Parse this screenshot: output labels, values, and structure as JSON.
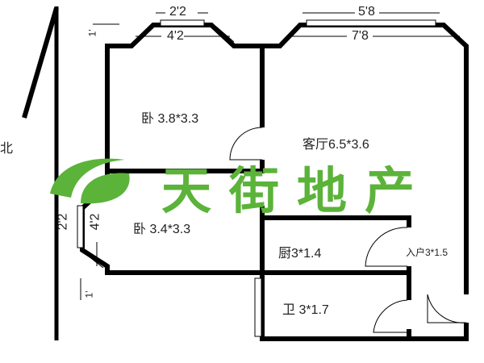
{
  "compass": {
    "north_label": "北"
  },
  "rooms": {
    "bedroom1": "卧 3.8*3.3",
    "living_room": "客厅6.5*3.6",
    "bedroom2": "卧 3.4*3.3",
    "kitchen": "厨3*1.4",
    "entrance": "入户3*1.5",
    "bathroom": "卫 3*1.7"
  },
  "dimensions": {
    "bedroom1_window_inner": "2'2",
    "bedroom1_window_outer": "4'2",
    "living_window_inner": "5'8",
    "living_window_outer": "7'8",
    "bedroom2_window_inner": "2'2",
    "bedroom2_window_outer": "4'2",
    "bay_depth_left_top": "1'",
    "bay_depth_left_bottom": "1'"
  },
  "watermark": {
    "text": "天街地产",
    "color": "#5bb33a"
  },
  "colors": {
    "wall": "#000000",
    "logo": "#5bb33a"
  }
}
